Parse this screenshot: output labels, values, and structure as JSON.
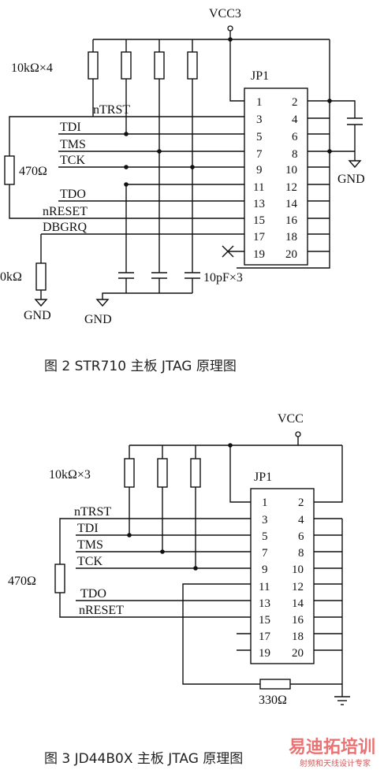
{
  "figure2": {
    "vcc_label": "VCC3",
    "resistor_array_label": "10kΩ×4",
    "header_label": "JP1",
    "signals": [
      "nTRST",
      "TDI",
      "TMS",
      "TCK",
      "TDO",
      "nRESET",
      "DBGRQ"
    ],
    "series_resistor_label": "470Ω",
    "pulldown_resistor_label": "0kΩ",
    "cap_array_label": "10pF×3",
    "gnd_label": "GND",
    "pins_left": [
      "1",
      "3",
      "5",
      "7",
      "9",
      "11",
      "13",
      "15",
      "17",
      "19"
    ],
    "pins_right": [
      "2",
      "4",
      "6",
      "8",
      "10",
      "12",
      "14",
      "16",
      "18",
      "20"
    ],
    "caption": "图 2   STR710 主板 JTAG 原理图"
  },
  "figure3": {
    "vcc_label": "VCC",
    "resistor_array_label": "10kΩ×3",
    "header_label": "JP1",
    "signals": [
      "nTRST",
      "TDI",
      "TMS",
      "TCK",
      "TDO",
      "nRESET"
    ],
    "series_resistor_label": "470Ω",
    "bottom_resistor_label": "330Ω",
    "pins_left": [
      "1",
      "3",
      "5",
      "7",
      "9",
      "11",
      "13",
      "15",
      "17",
      "19"
    ],
    "pins_right": [
      "2",
      "4",
      "6",
      "8",
      "10",
      "12",
      "14",
      "16",
      "18",
      "20"
    ],
    "caption": "图 3   JD44B0X 主板 JTAG 原理图"
  },
  "watermark": {
    "brand": "易迪拓培训",
    "sub": "射频和天线设计专家"
  }
}
